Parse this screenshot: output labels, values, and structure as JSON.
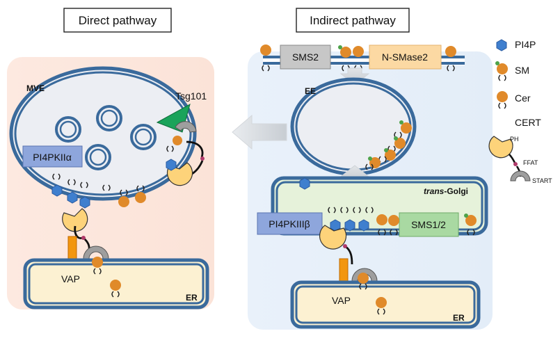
{
  "direct_pathway": {
    "title": "Direct pathway",
    "mve_label": "MVE",
    "tsg101_label": "Tsg101",
    "pi4k_label": "PI4PKIIα",
    "vap_label": "VAP",
    "er_label": "ER"
  },
  "indirect_pathway": {
    "title": "Indirect pathway",
    "sms2_label": "SMS2",
    "nsmase2_label": "N-SMase2",
    "ee_label": "EE",
    "golgi_label_italic": "trans",
    "golgi_label_rest": "-Golgi",
    "pi4k_label": "PI4PKIIIβ",
    "sms12_label": "SMS1/2",
    "vap_label": "VAP",
    "er_label": "ER"
  },
  "legend": {
    "pi4p": "PI4P",
    "sm": "SM",
    "cer": "Cer",
    "cert": "CERT",
    "ph": "PH",
    "ffat": "FFAT",
    "start": "START"
  },
  "colors": {
    "direct_bg": "#fbe6de",
    "indirect_bg": "#e6eff9",
    "membrane": "#3a6a9c",
    "lipid_head": "#e08a2a",
    "pi4p": "#3f7fce",
    "sm_dot": "#4ea34a",
    "ph_domain": "#fdd37a",
    "start_domain": "#9e9e9e",
    "ffat": "#b03a6a",
    "vap": "#f2960f",
    "tsg101": "#1aa35a",
    "pi4k_box": "#8ea6dc",
    "sms2_box": "#c7c7c7",
    "nsmase2_box": "#fcd9a3",
    "sms12_box": "#a9d9a2",
    "golgi_fill": "#e6f2da",
    "er_fill": "#fcf1d2",
    "vesicle_fill": "#eef0f4"
  }
}
